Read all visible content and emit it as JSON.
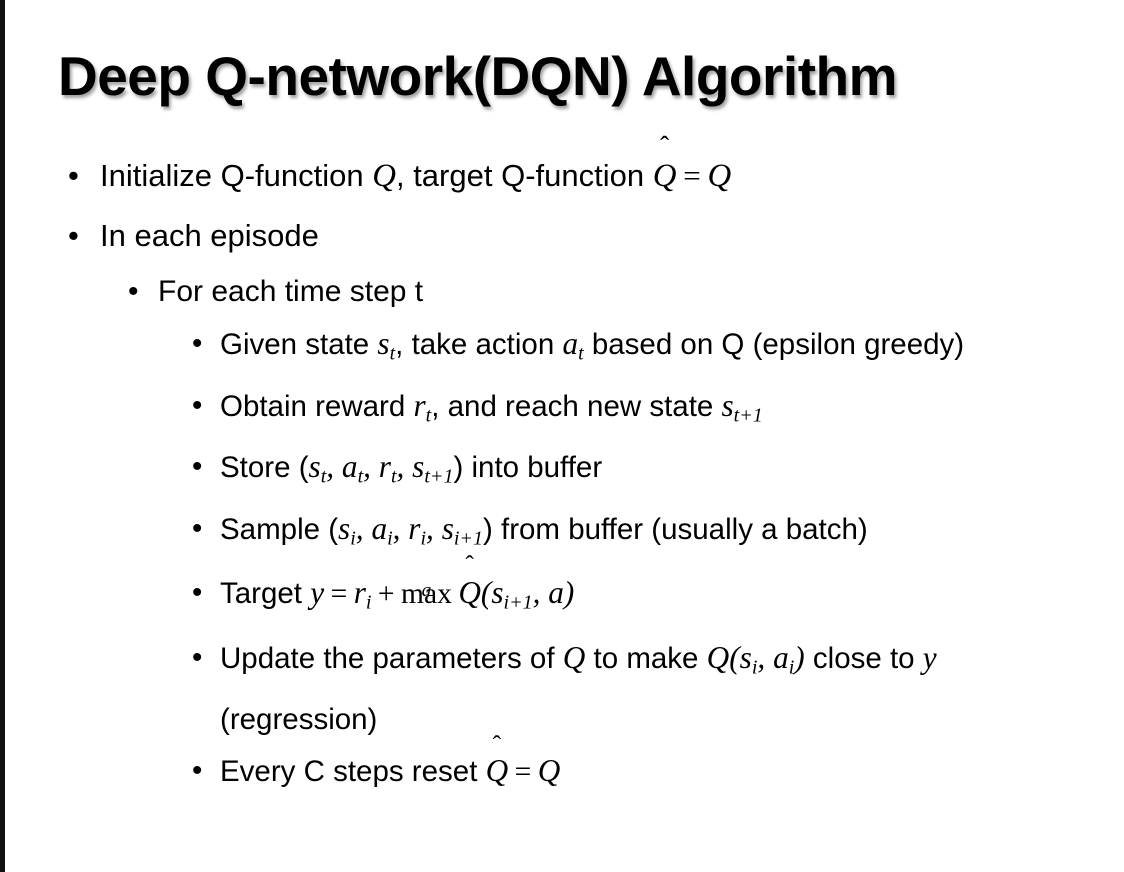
{
  "slide": {
    "title": "Deep Q-network(DQN) Algorithm",
    "background_color": "#ffffff",
    "text_color": "#000000",
    "edge_bar_color": "#111111"
  },
  "bullets": {
    "b1": {
      "marker": "•",
      "text_1": "Initialize Q-function ",
      "math_q1": "Q",
      "text_2": ", target Q-function ",
      "math_qhat": "Q",
      "hat": "̂",
      "math_eq": "=",
      "math_q2": "Q"
    },
    "b2": {
      "marker": "•",
      "text": "In each episode"
    },
    "b3": {
      "marker": "•",
      "text": "For each time step t"
    },
    "b4": {
      "marker": "•",
      "text_1": "Given state ",
      "math_s": "s",
      "sub_t": "t",
      "text_2": ", take action ",
      "math_a": "a",
      "sub_t2": "t",
      "text_3": " based on Q (epsilon greedy)"
    },
    "b5": {
      "marker": "•",
      "text_1": "Obtain reward ",
      "math_r": "r",
      "sub_t": "t",
      "text_2": ", and reach new state ",
      "math_s": "s",
      "sub_t1": "t+1"
    },
    "b6": {
      "marker": "•",
      "text_1": "Store (",
      "math_s": "s",
      "sub_t": "t",
      "comma_1": ", ",
      "math_a": "a",
      "sub_t2": "t",
      "comma_2": ", ",
      "math_r": "r",
      "sub_t3": "t",
      "comma_3": ", ",
      "math_s2": "s",
      "sub_t4": "t+1",
      "text_2": ") into buffer"
    },
    "b7": {
      "marker": "•",
      "text_1": "Sample (",
      "math_s": "s",
      "sub_i": "i",
      "comma_1": ", ",
      "math_a": "a",
      "sub_i2": "i",
      "comma_2": ", ",
      "math_r": "r",
      "sub_i3": "i",
      "comma_3": ", ",
      "math_s2": "s",
      "sub_i4": "i+1",
      "text_2": ") from buffer (usually a batch)"
    },
    "b8": {
      "marker": "•",
      "text_1": "Target ",
      "math_y": "y",
      "math_eq": "=",
      "math_r": "r",
      "sub_i": "i",
      "math_plus": "+",
      "op_max": "max",
      "op_limit": "a",
      "math_qhat": "Q",
      "hat": "̂",
      "paren_open": "(",
      "math_s": "s",
      "sub_i1": "i+1",
      "comma": ", ",
      "math_a": "a",
      "paren_close": ")"
    },
    "b9": {
      "marker": "•",
      "text_1": "Update the parameters of ",
      "math_q1": "Q",
      "text_2": " to make ",
      "math_q2": "Q",
      "paren_open": "(",
      "math_s": "s",
      "sub_i": "i",
      "comma": ", ",
      "math_a": "a",
      "sub_i2": "i",
      "paren_close": ")",
      "text_3": " close to ",
      "math_y": "y",
      "text_4": " (regression)"
    },
    "b10": {
      "marker": "•",
      "text_1": "Every C steps reset ",
      "math_qhat": "Q",
      "hat": "̂",
      "math_eq": "=",
      "math_q": "Q"
    }
  }
}
